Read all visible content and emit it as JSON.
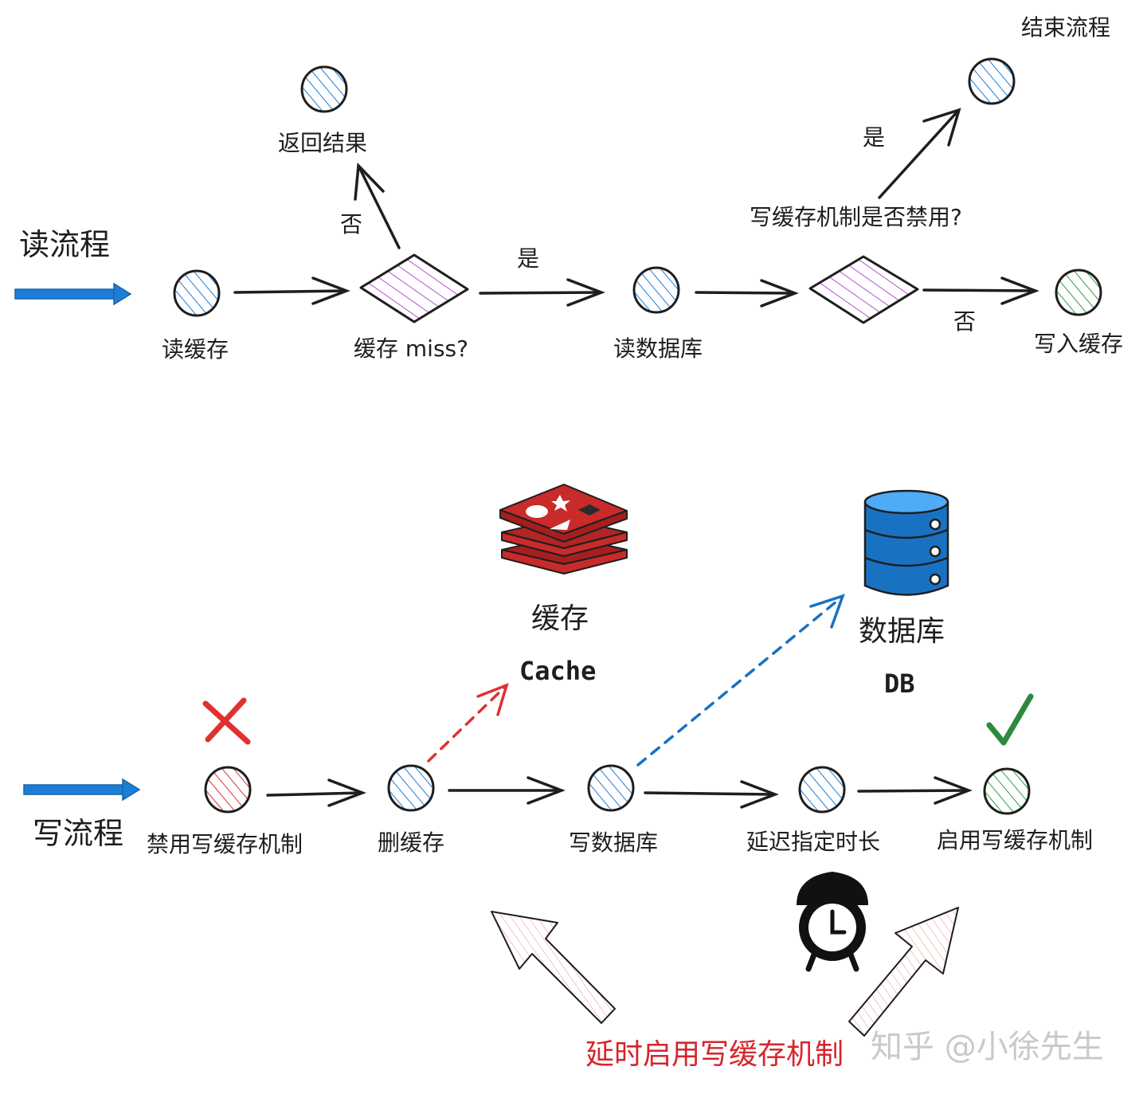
{
  "colors": {
    "blue": "#1c7ed6",
    "purple": "#ae3ec9",
    "green": "#2f9e44",
    "red": "#e03131",
    "dark": "#1e1e1e",
    "redis": "#c92a2a",
    "db": "#1971c2"
  },
  "read_flow": {
    "title": "读流程",
    "nodes": {
      "read_cache": "读缓存",
      "cache_miss": "缓存  miss?",
      "return_result": "返回结果",
      "read_db": "读数据库",
      "write_disabled_q": "写缓存机制是否禁用?",
      "end_flow": "结束流程",
      "write_cache": "写入缓存"
    },
    "edge_labels": {
      "no_return": "否",
      "yes_db": "是",
      "yes_end": "是",
      "no_write": "否"
    }
  },
  "write_flow": {
    "title": "写流程",
    "nodes": {
      "disable": "禁用写缓存机制",
      "delete_cache": "删缓存",
      "write_db": "写数据库",
      "delay": "延迟指定时长",
      "enable": "启用写缓存机制"
    },
    "cache": {
      "label": "缓存",
      "sublabel": "Cache",
      "icon": "redis-icon"
    },
    "database": {
      "label": "数据库",
      "sublabel": "DB",
      "icon": "database-icon"
    },
    "delayed_note": "延时启用写缓存机制",
    "icons": [
      "cross-icon",
      "check-icon",
      "alarm-clock-icon"
    ]
  },
  "watermark": "知乎 @小徐先生"
}
